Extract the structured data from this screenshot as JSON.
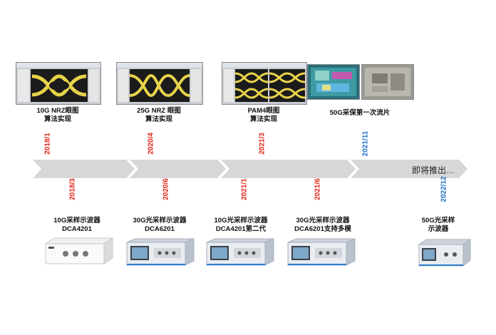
{
  "timeline": {
    "future_label": "即将推出…",
    "colors": {
      "arrow": "#d7d7d7",
      "red_date": "#e0251b",
      "blue_date": "#1f6fc4"
    }
  },
  "milestones_top": [
    {
      "caption_line1": "10G NRZ眼图",
      "caption_line2": "算法实现",
      "date": "2018/1"
    },
    {
      "caption_line1": "25G NRZ 眼图",
      "caption_line2": "算法实现",
      "date": "2020/4"
    },
    {
      "caption_line1": "PAM4眼图",
      "caption_line2": "算法实现",
      "date": "2021/3"
    },
    {
      "caption_line1": "50G采保第一次流片",
      "caption_line2": "",
      "date": "2021/11"
    }
  ],
  "milestones_bottom": [
    {
      "caption_line1": "10G采样示波器",
      "caption_line2": "DCA4201",
      "date": "2018/3"
    },
    {
      "caption_line1": "30G光采样示波器",
      "caption_line2": "DCA6201",
      "date": "2020/6"
    },
    {
      "caption_line1": "10G光采样示波器",
      "caption_line2": "DCA4201第二代",
      "date": "2021/1"
    },
    {
      "caption_line1": "30G光采样示波器",
      "caption_line2": "DCA6201支持多模",
      "date": "2021/6"
    },
    {
      "caption_line1": "50G光采样",
      "caption_line2": "示波器",
      "date": "2022/12"
    }
  ]
}
